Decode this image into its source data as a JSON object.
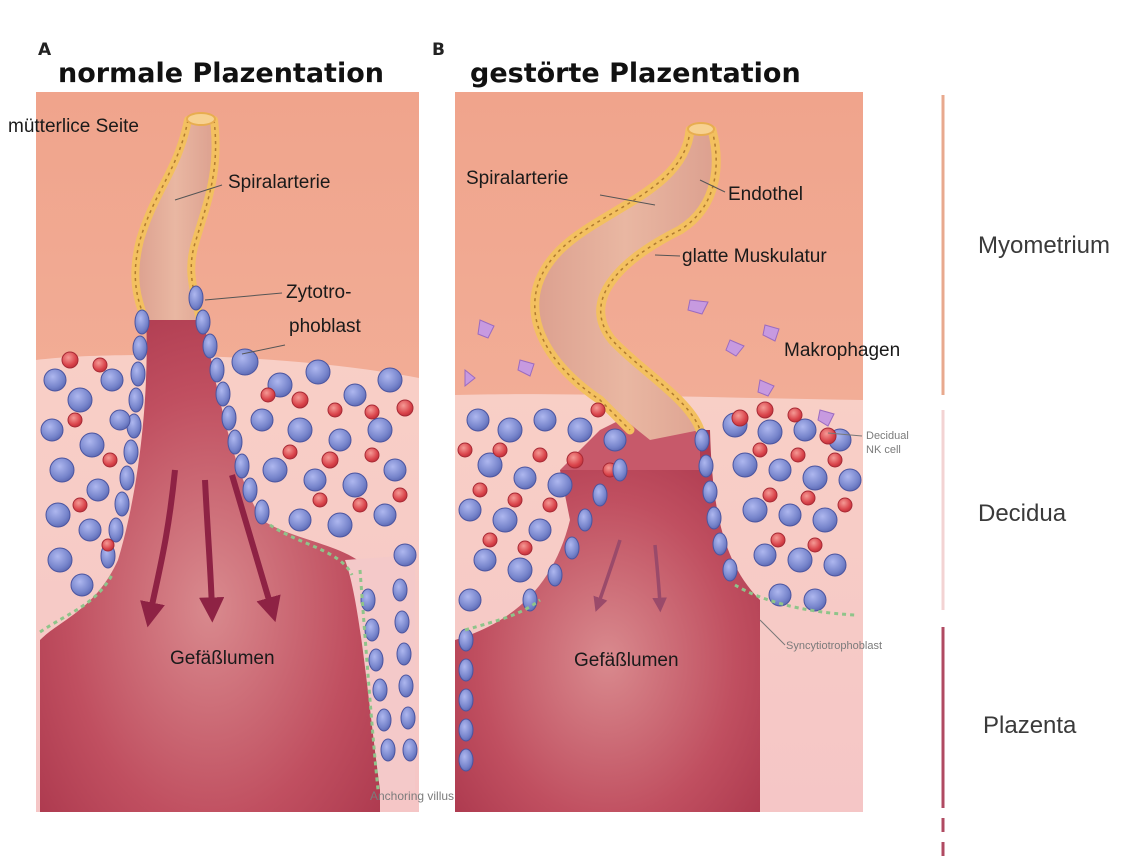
{
  "panels": {
    "a": {
      "letter": "A",
      "title": "normale Plazentation"
    },
    "b": {
      "letter": "B",
      "title": "gestörte Plazentation"
    }
  },
  "labels": {
    "maternal_side": "mütterlice Seite",
    "spiral_artery_a": "Spiralarterie",
    "cytotrophoblast_line1": "Zytotro-",
    "cytotrophoblast_line2": "phoblast",
    "vessel_lumen_a": "Gefäßlumen",
    "anchoring_villus": "Anchoring villus",
    "spiral_artery_b": "Spiralarterie",
    "endothelium": "Endothel",
    "smooth_muscle": "glatte Muskulatur",
    "macrophages": "Makrophagen",
    "decidual_nk_line1": "Decidual",
    "decidual_nk_line2": "NK cell",
    "syncytiotrophoblast": "Syncytiotrophoblast",
    "vessel_lumen_b": "Gefäßlumen"
  },
  "layers": {
    "myometrium": "Myometrium",
    "decidua": "Decidua",
    "placenta": "Plazenta"
  },
  "colors": {
    "myometrium_tissue": "#efa98f",
    "decidua_tissue": "#f6c7c1",
    "lumen": "#b23a4e",
    "vessel_wall": "#f3c060",
    "trophoblast_cell": "#7f8bd0",
    "nk_cell": "#d84a50",
    "macrophage": "#b98ad0",
    "arrow": "#8e2244",
    "myometrium_bar": "#e8a98e",
    "decidua_bar": "#f3d3d3",
    "placenta_bar": "#b04a62"
  }
}
